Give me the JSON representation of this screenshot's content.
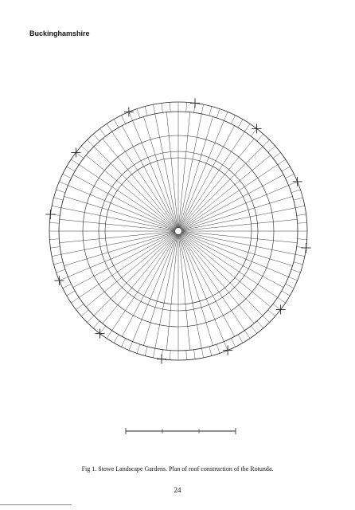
{
  "header": {
    "county": "Buckinghamshire"
  },
  "figure": {
    "caption": "Fig 1. Stowe Landscape Gardens. Plan of roof construction of the Rotunda."
  },
  "footer": {
    "page_number": "24"
  }
}
